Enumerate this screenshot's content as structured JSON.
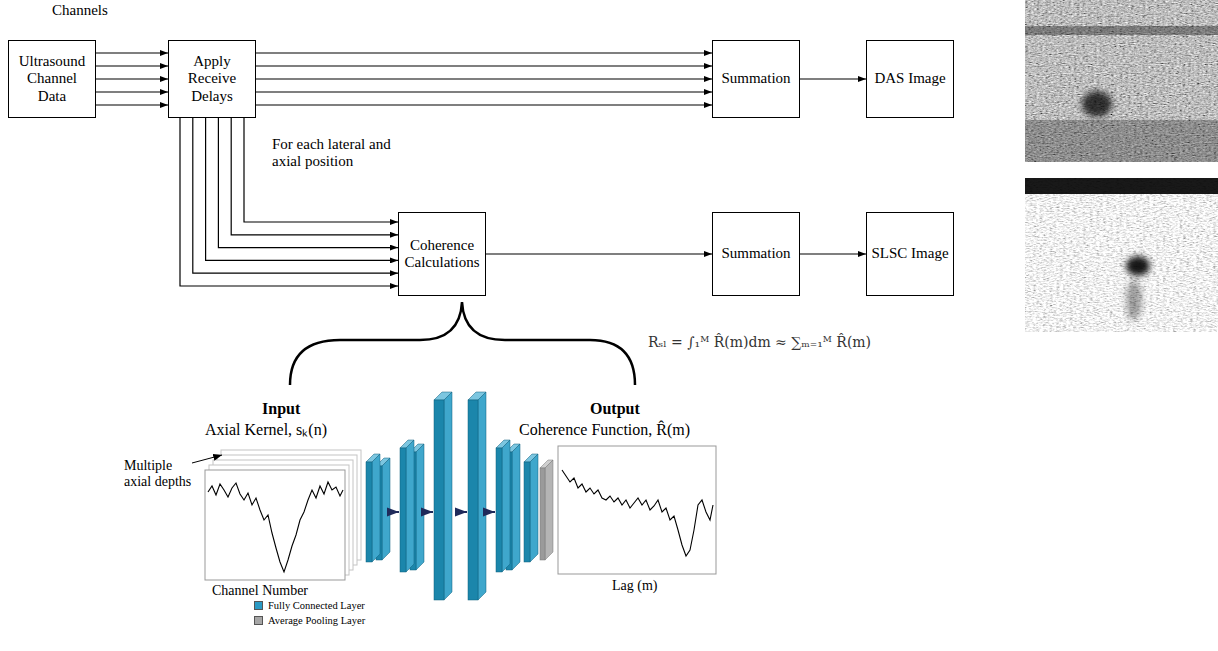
{
  "diagram": {
    "nodes": [
      {
        "text": [
          "Ultrasound Channel Data"
        ]
      },
      {
        "text": [
          "Apply Receive Delays"
        ]
      },
      {
        "text": [
          "Summation"
        ]
      },
      {
        "text": [
          "DAS Image"
        ]
      },
      {
        "text": [
          "Coherence Calculations"
        ]
      },
      {
        "text": [
          "Summation"
        ]
      },
      {
        "text": [
          "SLSC Image"
        ]
      }
    ],
    "edges": [
      {
        "from": 0,
        "to": 1,
        "arrow": "to"
      },
      {
        "from": 0,
        "to": 1,
        "arrow": "to"
      },
      {
        "from": 0,
        "to": 1,
        "arrow": "to"
      },
      {
        "from": 0,
        "to": 1,
        "arrow": "to"
      },
      {
        "from": 0,
        "to": 1,
        "arrow": "to"
      },
      {
        "from": 1,
        "to": 2,
        "arrow": "to"
      },
      {
        "from": 1,
        "to": 2,
        "arrow": "to"
      },
      {
        "from": 1,
        "to": 2,
        "arrow": "to"
      },
      {
        "from": 1,
        "to": 2,
        "arrow": "to"
      },
      {
        "from": 1,
        "to": 2,
        "arrow": "to"
      },
      {
        "from": 1,
        "to": 4,
        "arrow": "to"
      },
      {
        "from": 1,
        "to": 4,
        "arrow": "to"
      },
      {
        "from": 1,
        "to": 4,
        "arrow": "to"
      },
      {
        "from": 1,
        "to": 4,
        "arrow": "to"
      },
      {
        "from": 1,
        "to": 4,
        "arrow": "to"
      },
      {
        "from": 1,
        "to": 4,
        "arrow": "to"
      },
      {
        "from": 2,
        "to": 3,
        "arrow": "to"
      },
      {
        "from": 4,
        "to": 5,
        "arrow": "to"
      },
      {
        "from": 5,
        "to": 6,
        "arrow": "to"
      }
    ],
    "labels": [
      "Channels",
      "For each lateral and axial position",
      "Rₛₗ = ∫₁ᴹ R̂(m)dm ≈ ∑ₘ₌₁ᴹ R̂(m)",
      "Input",
      "Axial Kernel, sₖ(n)",
      "Output",
      "Coherence Function, R̂(m)",
      "Multiple axial depths",
      "Channel Number",
      "Lag (m)"
    ],
    "legend": [
      {
        "text": "Fully Connected Layer",
        "color": "#2b9ac4"
      },
      {
        "text": "Average Pooling Layer",
        "color": "#a6a6a6"
      }
    ]
  }
}
